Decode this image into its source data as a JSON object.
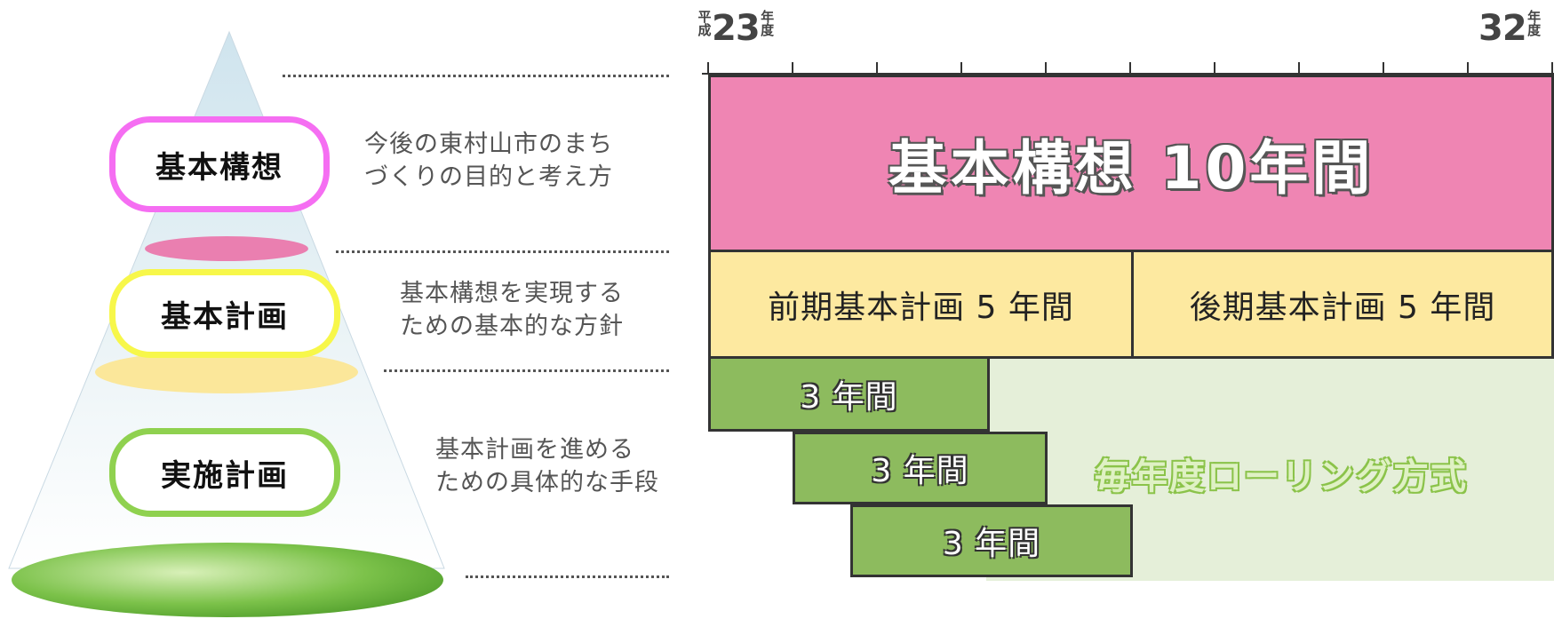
{
  "pyramid": {
    "tiers": [
      {
        "label": "基本構想",
        "desc1": "今後の東村山市のまち",
        "desc2": "づくりの目的と考え方",
        "color": "#f56ef2"
      },
      {
        "label": "基本計画",
        "desc1": "基本構想を実現する",
        "desc2": "ための基本的な方針",
        "color": "#f7f74a"
      },
      {
        "label": "実施計画",
        "desc1": "基本計画を進める",
        "desc2": "ための具体的な手段",
        "color": "#8fd14f"
      }
    ]
  },
  "timeline": {
    "start_prefix_top": "平",
    "start_prefix_bottom": "成",
    "start_year": "23",
    "start_suffix_top": "年",
    "start_suffix_bottom": "度",
    "end_year": "32",
    "end_suffix_top": "年",
    "end_suffix_bottom": "度",
    "basic_concept": "基本構想 10年間",
    "early_plan": "前期基本計画 5 年間",
    "late_plan": "後期基本計画 5 年間",
    "impl_1": "3 年間",
    "impl_2": "3 年間",
    "impl_3": "3 年間",
    "rolling": "毎年度ローリング方式",
    "colors": {
      "concept": "#ef85b3",
      "plan": "#fde9a0",
      "impl": "#8dbb5e",
      "rolling_bg": "#e5efd9"
    }
  }
}
